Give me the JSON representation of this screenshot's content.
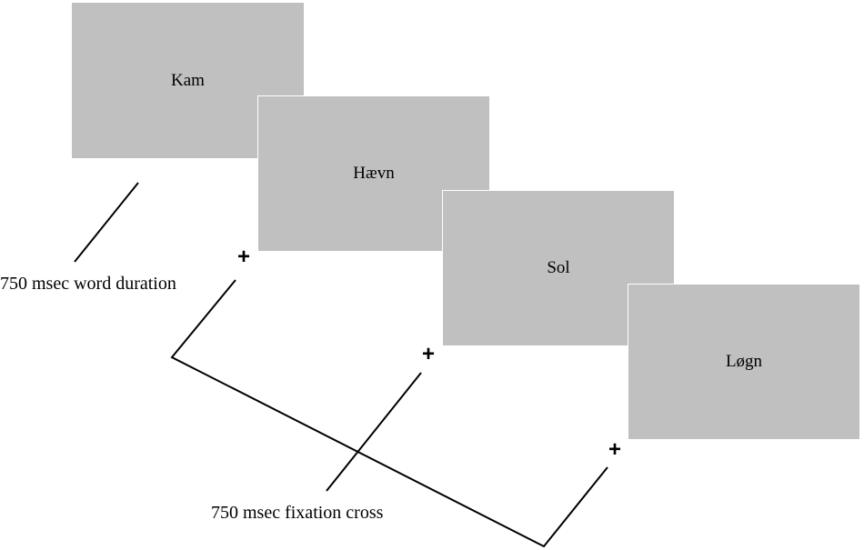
{
  "diagram": {
    "screens": [
      {
        "word": "Kam"
      },
      {
        "word": "Hævn"
      },
      {
        "word": "Sol"
      },
      {
        "word": "Løgn"
      }
    ],
    "cross_symbol": "+",
    "labels": {
      "word_duration": "750 msec word duration",
      "fixation_cross": "750 msec fixation cross"
    },
    "colors": {
      "screen_fill": "#c0c0c0",
      "ink": "#000000",
      "background": "#ffffff"
    }
  }
}
